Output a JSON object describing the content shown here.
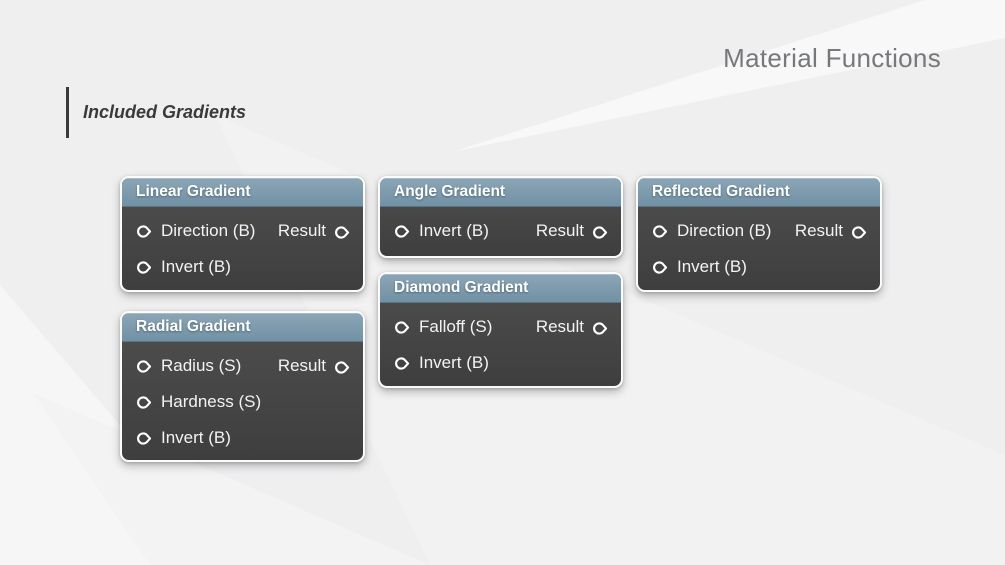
{
  "page": {
    "title": "Material Functions",
    "section_heading": "Included Gradients"
  },
  "icons": {
    "pin_icon": "hollow circle with right-pointing tip (material node connector)"
  },
  "colors": {
    "background": "#efeff0",
    "background_facet_light": "#f8f8f9",
    "node_header_blue_top": "#8ba6b6",
    "node_header_blue_bottom": "#7191a5",
    "node_body_gray_top": "#4f4f4f",
    "node_body_gray_bottom": "#3e3e3e",
    "node_border": "#fbfbfb",
    "node_text": "#f3f3f3",
    "title_text": "#77787c",
    "heading_text": "#3a3a3b"
  },
  "nodes": [
    {
      "title": "Linear Gradient",
      "inputs": [
        "Direction (B)",
        "Invert (B)"
      ],
      "outputs": [
        "Result"
      ]
    },
    {
      "title": "Angle Gradient",
      "inputs": [
        "Invert (B)"
      ],
      "outputs": [
        "Result"
      ]
    },
    {
      "title": "Reflected Gradient",
      "inputs": [
        "Direction (B)",
        "Invert (B)"
      ],
      "outputs": [
        "Result"
      ]
    },
    {
      "title": "Radial Gradient",
      "inputs": [
        "Radius (S)",
        "Hardness (S)",
        "Invert (B)"
      ],
      "outputs": [
        "Result"
      ]
    },
    {
      "title": "Diamond Gradient",
      "inputs": [
        "Falloff (S)",
        "Invert (B)"
      ],
      "outputs": [
        "Result"
      ]
    }
  ]
}
